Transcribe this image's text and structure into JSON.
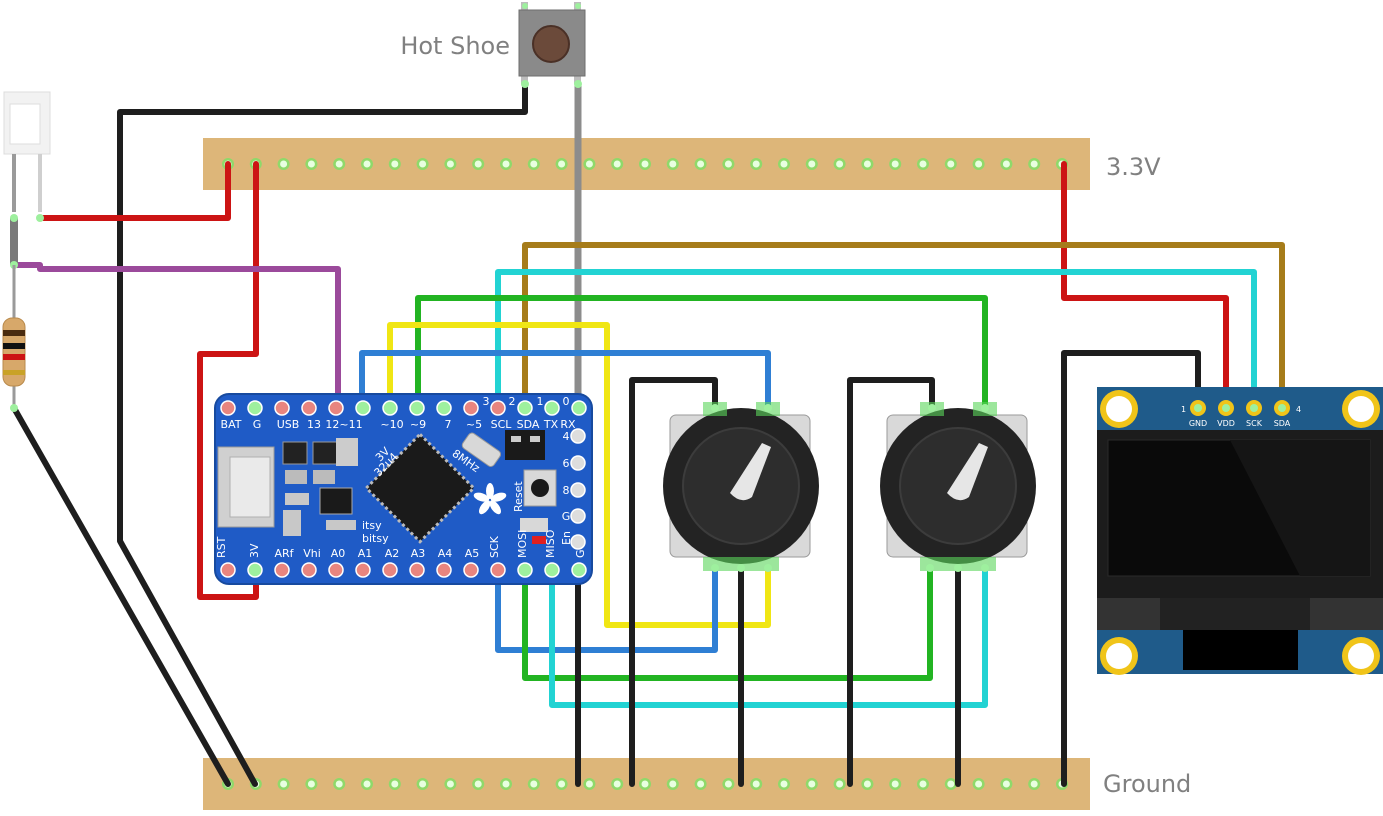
{
  "labels": {
    "hot_shoe": "Hot Shoe",
    "rail_top": "3.3V",
    "rail_bottom": "Ground"
  },
  "board": {
    "top_pins": [
      "BAT",
      "G",
      "USB",
      "13",
      "12~11",
      "~10",
      "~9",
      "7",
      "~5",
      "SCL",
      "SDA",
      "TX",
      "RX"
    ],
    "top_numbers": [
      "3",
      "2",
      "1",
      "0"
    ],
    "bottom_pins": [
      "RST",
      "3V",
      "ARf",
      "Vhi",
      "A0",
      "A1",
      "A2",
      "A3",
      "A4",
      "A5",
      "SCK",
      "MOSI",
      "MISO",
      "G"
    ],
    "right_pins": [
      "4",
      "6",
      "8",
      "G",
      "En"
    ],
    "chip_text_1": "3V",
    "chip_text_2": "32u4",
    "crystal_text": "8MHz",
    "reset_text": "Reset",
    "brand_1": "itsy",
    "brand_2": "bitsy"
  },
  "oled": {
    "pin_numbers": [
      "1",
      "4"
    ],
    "pins": [
      "GND",
      "VDD",
      "SCK",
      "SDA"
    ]
  },
  "colors": {
    "red": "#cc1414",
    "black": "#1e1e1e",
    "purple": "#9b4a9b",
    "gray": "#8c8c8c",
    "brown": "#a67c1a",
    "cyan": "#22d3d3",
    "green": "#22b422",
    "yellow": "#f0e614",
    "blue": "#2f7fd4",
    "rail": "#ddb679",
    "board": "#1f5bc6"
  }
}
